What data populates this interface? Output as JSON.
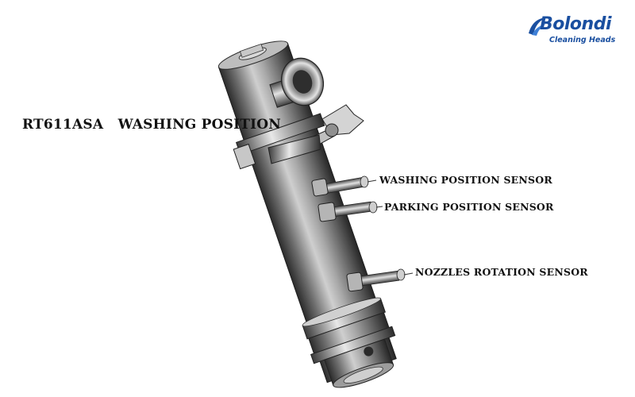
{
  "title": "RT611ASA   WASHING POSITION",
  "labels": {
    "washing_sensor": "WASHING POSITION SENSOR",
    "parking_sensor": "PARKING POSITION SENSOR",
    "nozzles_sensor": "NOZZLES ROTATION SENSOR"
  },
  "logo": {
    "word": "Bolondi",
    "subtitle": "Cleaning Heads",
    "color": "#1a4fa0"
  },
  "colors": {
    "metal_dark": "#3a3a3a",
    "metal_mid": "#9a9a9a",
    "metal_light": "#e6e6e6"
  }
}
